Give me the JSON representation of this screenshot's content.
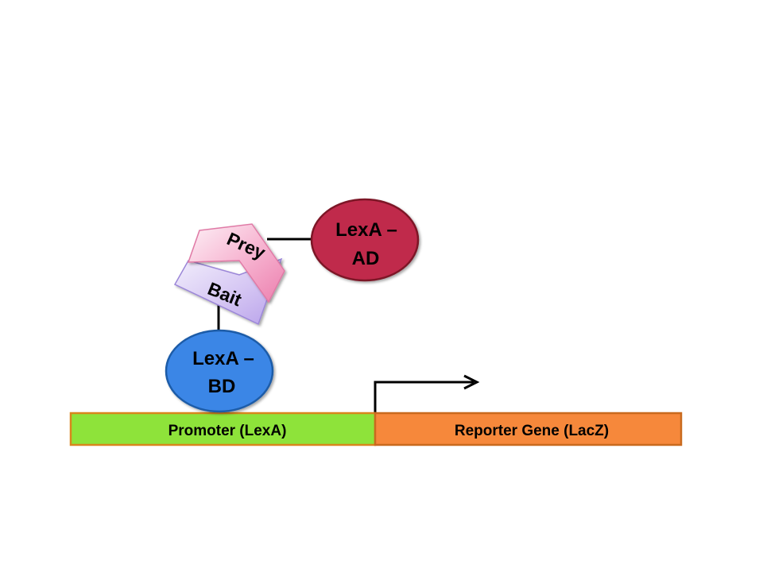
{
  "diagram": {
    "bait_label": "Bait",
    "prey_label": "Prey",
    "binding_domain": {
      "line1": "LexA –",
      "line2": "BD"
    },
    "activation_domain": {
      "line1": "LexA –",
      "line2": "AD"
    },
    "promoter_label": "Promoter (LexA)",
    "reporter_label": "Reporter Gene (LacZ)"
  },
  "colors": {
    "promoter_fill": "#8ee33a",
    "promoter_border": "#d9861c",
    "reporter_fill": "#f6883b",
    "reporter_border": "#c96a1e",
    "bd_fill": "#3b86e6",
    "bd_border": "#1f5ca8",
    "ad_fill": "#c02c4c",
    "ad_border": "#7d1428",
    "bait_fill": "#d7c8f4",
    "prey_fill": "#f3a8c8",
    "line": "#000000"
  }
}
